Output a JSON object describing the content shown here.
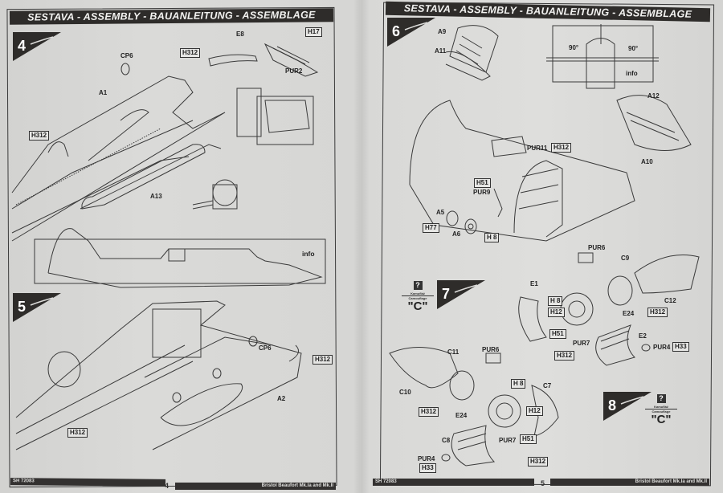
{
  "spread": {
    "left_page": {
      "header": "SESTAVA - ASSEMBLY - BAUANLEITUNG - ASSEMBLAGE",
      "page_number": "4",
      "footer_left": "SH 72083",
      "footer_right": "Bristol Beaufort Mk.Ia and Mk.II",
      "steps": [
        {
          "number": "4",
          "labels": [
            "E8",
            "H312",
            "H17",
            "CP6",
            "PUR2",
            "A1",
            "H312",
            "A13"
          ],
          "info_label": "info"
        },
        {
          "number": "5",
          "labels": [
            "CP6",
            "H312",
            "A2",
            "H312"
          ]
        }
      ]
    },
    "right_page": {
      "header": "SESTAVA - ASSEMBLY - BAUANLEITUNG - ASSEMBLAGE",
      "page_number": "5",
      "footer_left": "SH 72083",
      "footer_right": "Bristol Beaufort Mk.Ia and Mk.II",
      "steps": [
        {
          "number": "6",
          "labels": [
            "A9",
            "A11",
            "A12",
            "A10",
            "PUR11",
            "H312",
            "H51",
            "PUR9",
            "A5",
            "H77",
            "A6",
            "H 8"
          ],
          "angle_left": "90°",
          "angle_right": "90°",
          "info_label": "info"
        },
        {
          "number": "7",
          "labels": [
            "PUR6",
            "C9",
            "E1",
            "H 8",
            "H12",
            "H51",
            "PUR7",
            "E24",
            "H312",
            "C12",
            "E2",
            "PUR4",
            "H33",
            "H312"
          ],
          "camouflage": {
            "icon": "question-icon",
            "text1": "Kamufláž",
            "text2": "Camouflage",
            "scheme": "\"C\""
          }
        },
        {
          "number": "8",
          "labels": [
            "C11",
            "PUR6",
            "C10",
            "H312",
            "E24",
            "H 8",
            "C7",
            "H12",
            "C8",
            "PUR7",
            "H51",
            "PUR4",
            "H33",
            "H312"
          ],
          "camouflage": {
            "icon": "question-icon",
            "text1": "Kamufláž",
            "text2": "Camouflage",
            "scheme": "\"C\""
          }
        }
      ]
    }
  }
}
